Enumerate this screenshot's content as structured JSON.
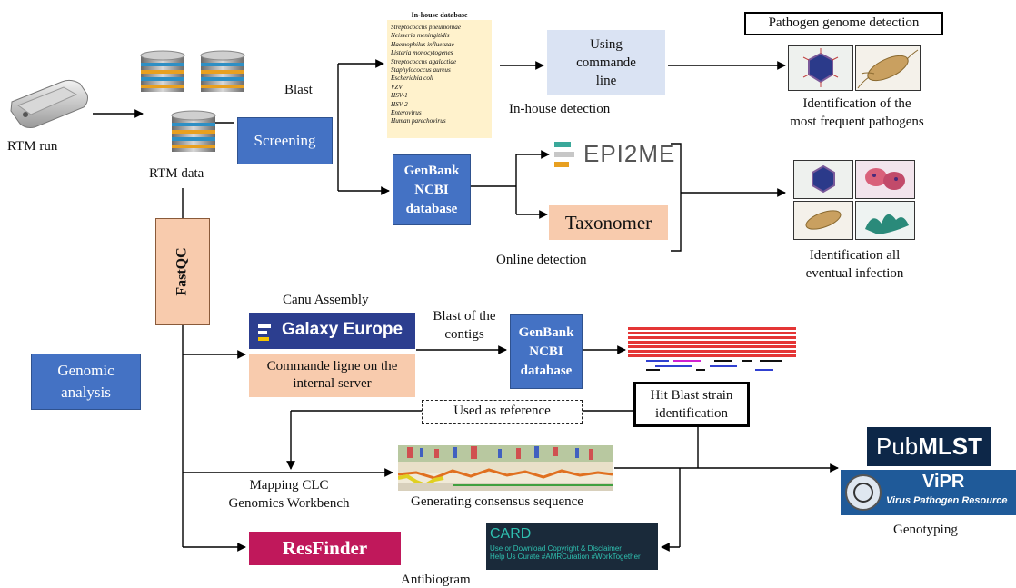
{
  "rtm_run": {
    "label": "RTM run"
  },
  "rtm_data": {
    "label": "RTM data"
  },
  "blast": {
    "label": "Blast"
  },
  "screening": {
    "label": "Screening"
  },
  "inhouse_db": {
    "title": "In-house database",
    "items": [
      "Streptococcus pneumoniae",
      "Neisseria meningitidis",
      "Haemophilus influenzae",
      "Listeria monocytogenes",
      "Streptococcus agalactiae",
      "Staphylococcus aureus",
      "Escherichia coli",
      "VZV",
      "HSV-1",
      "HSV-2",
      "Enterovirus",
      "Human parechovirus"
    ]
  },
  "commande_line": {
    "line1": "Using",
    "line2": "commande",
    "line3": "line"
  },
  "inhouse_detection": {
    "label": "In-house detection"
  },
  "pathogen_detection": {
    "label": "Pathogen genome detection"
  },
  "frequent": {
    "line1": "Identification of the",
    "line2": "most frequent pathogens"
  },
  "genbank1": {
    "line1": "GenBank",
    "line2": "NCBI",
    "line3": "database"
  },
  "epi2me": {
    "label": "EPI2ME"
  },
  "taxonomer": {
    "label": "Taxonomer"
  },
  "online_detection": {
    "label": "Online detection"
  },
  "all_infection": {
    "line1": "Identification all",
    "line2": "eventual infection"
  },
  "fastqc": {
    "label": "FastQC"
  },
  "canu": {
    "label": "Canu Assembly"
  },
  "galaxy": {
    "label": "Galaxy Europe"
  },
  "commande_ligne": {
    "line1": "Commande ligne on the",
    "line2": "internal server"
  },
  "blast_contigs": {
    "line1": "Blast of the",
    "line2": "contigs"
  },
  "genbank2": {
    "line1": "GenBank",
    "line2": "NCBI",
    "line3": "database"
  },
  "genomic": {
    "line1": "Genomic",
    "line2": "analysis"
  },
  "used_reference": {
    "label": "Used as reference"
  },
  "hit_blast": {
    "line1": "Hit Blast strain",
    "line2": "identification"
  },
  "mapping": {
    "line1": "Mapping CLC",
    "line2": "Genomics Workbench"
  },
  "consensus": {
    "label": "Generating consensus sequence"
  },
  "resfinder": {
    "label": "ResFinder"
  },
  "antibiogram": {
    "label": "Antibiogram"
  },
  "card": {
    "title": "CARD",
    "line1": "Use or Download Copyright & Disclaimer",
    "line2": "Help Us Curate #AMRCuration #WorkTogether"
  },
  "pubmlst": {
    "pub": "Pub",
    "mlst": "MLST"
  },
  "vipr": {
    "title": "ViPR",
    "subtitle": "Virus Pathogen Resource"
  },
  "genotyping": {
    "label": "Genotyping"
  },
  "colors": {
    "blue_box": "#4472c4",
    "peach_box": "#f8cbad",
    "light_blue_box": "#dae3f3",
    "inhouse_db_bg": "#fff2cc",
    "resfinder": "#c0185b",
    "galaxy": "#2c3e8f",
    "card_bg": "#1a2a3a",
    "pubmlst_bg": "#0d2748",
    "vipr_bg": "#1f5a99"
  }
}
